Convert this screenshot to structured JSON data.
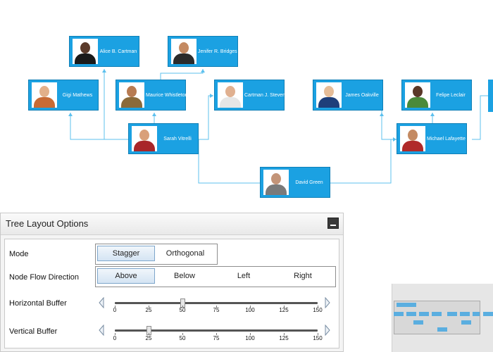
{
  "colors": {
    "node_fill": "#1ba1e2",
    "connector": "#5cc0ee",
    "panel_bg": "#f4f4f4"
  },
  "diagram": {
    "nodes": [
      {
        "id": "alice",
        "name": "Alice B. Cartman",
        "icon": "person-photo-icon"
      },
      {
        "id": "jenifer",
        "name": "Jenifer R. Bridges",
        "icon": "person-photo-icon"
      },
      {
        "id": "gigi",
        "name": "Gigi Mathews",
        "icon": "person-photo-icon"
      },
      {
        "id": "maurice",
        "name": "Maurice Whistleton",
        "icon": "person-photo-icon"
      },
      {
        "id": "cartman",
        "name": "Cartman J. Stevens",
        "icon": "person-photo-icon"
      },
      {
        "id": "sarah",
        "name": "Sarah Vitrelli",
        "icon": "person-photo-icon"
      },
      {
        "id": "david",
        "name": "David Green",
        "icon": "person-photo-icon"
      },
      {
        "id": "james",
        "name": "James Oakville",
        "icon": "person-photo-icon"
      },
      {
        "id": "felipe",
        "name": "Felipe Leclair",
        "icon": "person-photo-icon"
      },
      {
        "id": "michael",
        "name": "Michael Lafayette",
        "icon": "person-photo-icon"
      }
    ]
  },
  "panel": {
    "title": "Tree Layout Options",
    "collapse_icon": "minimize-icon",
    "mode": {
      "label": "Mode",
      "options": [
        "Stagger",
        "Orthogonal"
      ],
      "selected": "Stagger"
    },
    "direction": {
      "label": "Node Flow Direction",
      "options": [
        "Above",
        "Below",
        "Left",
        "Right"
      ],
      "selected": "Above"
    },
    "horizontal_buffer": {
      "label": "Horizontal Buffer",
      "value": 50,
      "min": 0,
      "max": 150,
      "ticks": [
        "0",
        "25",
        "50",
        "75",
        "100",
        "125",
        "150"
      ]
    },
    "vertical_buffer": {
      "label": "Vertical Buffer",
      "value": 25,
      "min": 0,
      "max": 150,
      "ticks": [
        "0",
        "25",
        "50",
        "75",
        "100",
        "125",
        "150"
      ]
    }
  }
}
